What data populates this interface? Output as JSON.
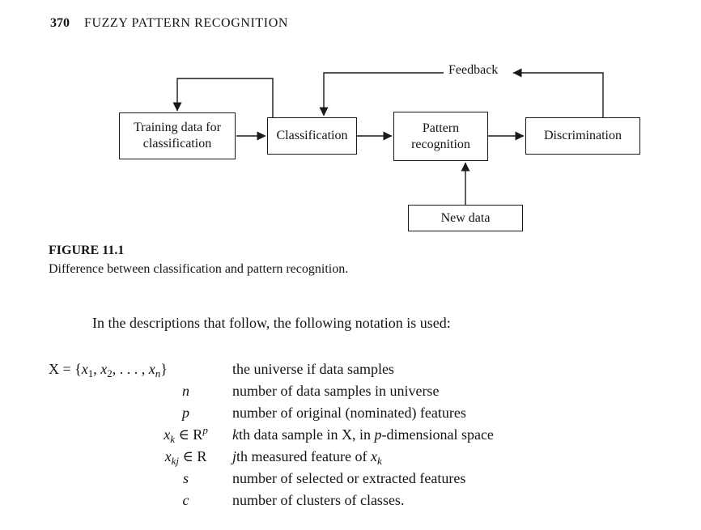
{
  "header": {
    "page_number": "370",
    "title": "FUZZY PATTERN RECOGNITION"
  },
  "figure": {
    "feedback_label": "Feedback",
    "nodes": {
      "training": "Training data for classification",
      "classification": "Classification",
      "pattern": "Pattern recognition",
      "discrimination": "Discrimination",
      "new_data": "New data"
    },
    "caption_label": "FIGURE 11.1",
    "caption_text": "Difference between classification and pattern recognition."
  },
  "intro": "In the descriptions that follow, the following notation is used:",
  "notation": {
    "r1": {
      "s1": "X = {",
      "s2": "x",
      "s3": "1",
      "s4": ", ",
      "s5": "x",
      "s6": "2",
      "s7": ", . . . , ",
      "s8": "x",
      "s9": "n",
      "s10": "}",
      "desc": "the universe if data samples"
    },
    "r2": {
      "sym": "n",
      "desc": "number of data samples in universe"
    },
    "r3": {
      "sym": "p",
      "desc": "number of original (nominated) features"
    },
    "r4": {
      "s1": "x",
      "s2": "k",
      "s3": " ∈ R",
      "s4": "p",
      "d1": "k",
      "d2": "th data sample in X, in ",
      "d3": "p",
      "d4": "-dimensional space"
    },
    "r5": {
      "s1": "x",
      "s2": "kj",
      "s3": " ∈ R",
      "d1": "j",
      "d2": "th measured feature of ",
      "d3": "x",
      "d4": "k"
    },
    "r6": {
      "sym": "s",
      "desc": "number of selected or extracted features"
    },
    "r7": {
      "sym": "c",
      "desc": "number of clusters of classes."
    }
  }
}
